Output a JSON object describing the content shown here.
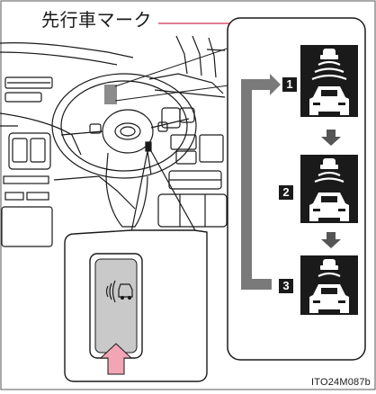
{
  "labels": {
    "callout": "先行車マーク",
    "figure_code": "ITO24M087b"
  },
  "steps": [
    "1",
    "2",
    "3"
  ],
  "icons": {
    "dashboard": "steering-wheel-dashboard-illustration",
    "switch": "distance-switch-button",
    "vehicle_mark": "preceding-vehicle-mark"
  },
  "colors": {
    "arrow": "#7a7a7a",
    "press_arrow": "#f2a5b4",
    "display": "#1a1a1a"
  }
}
